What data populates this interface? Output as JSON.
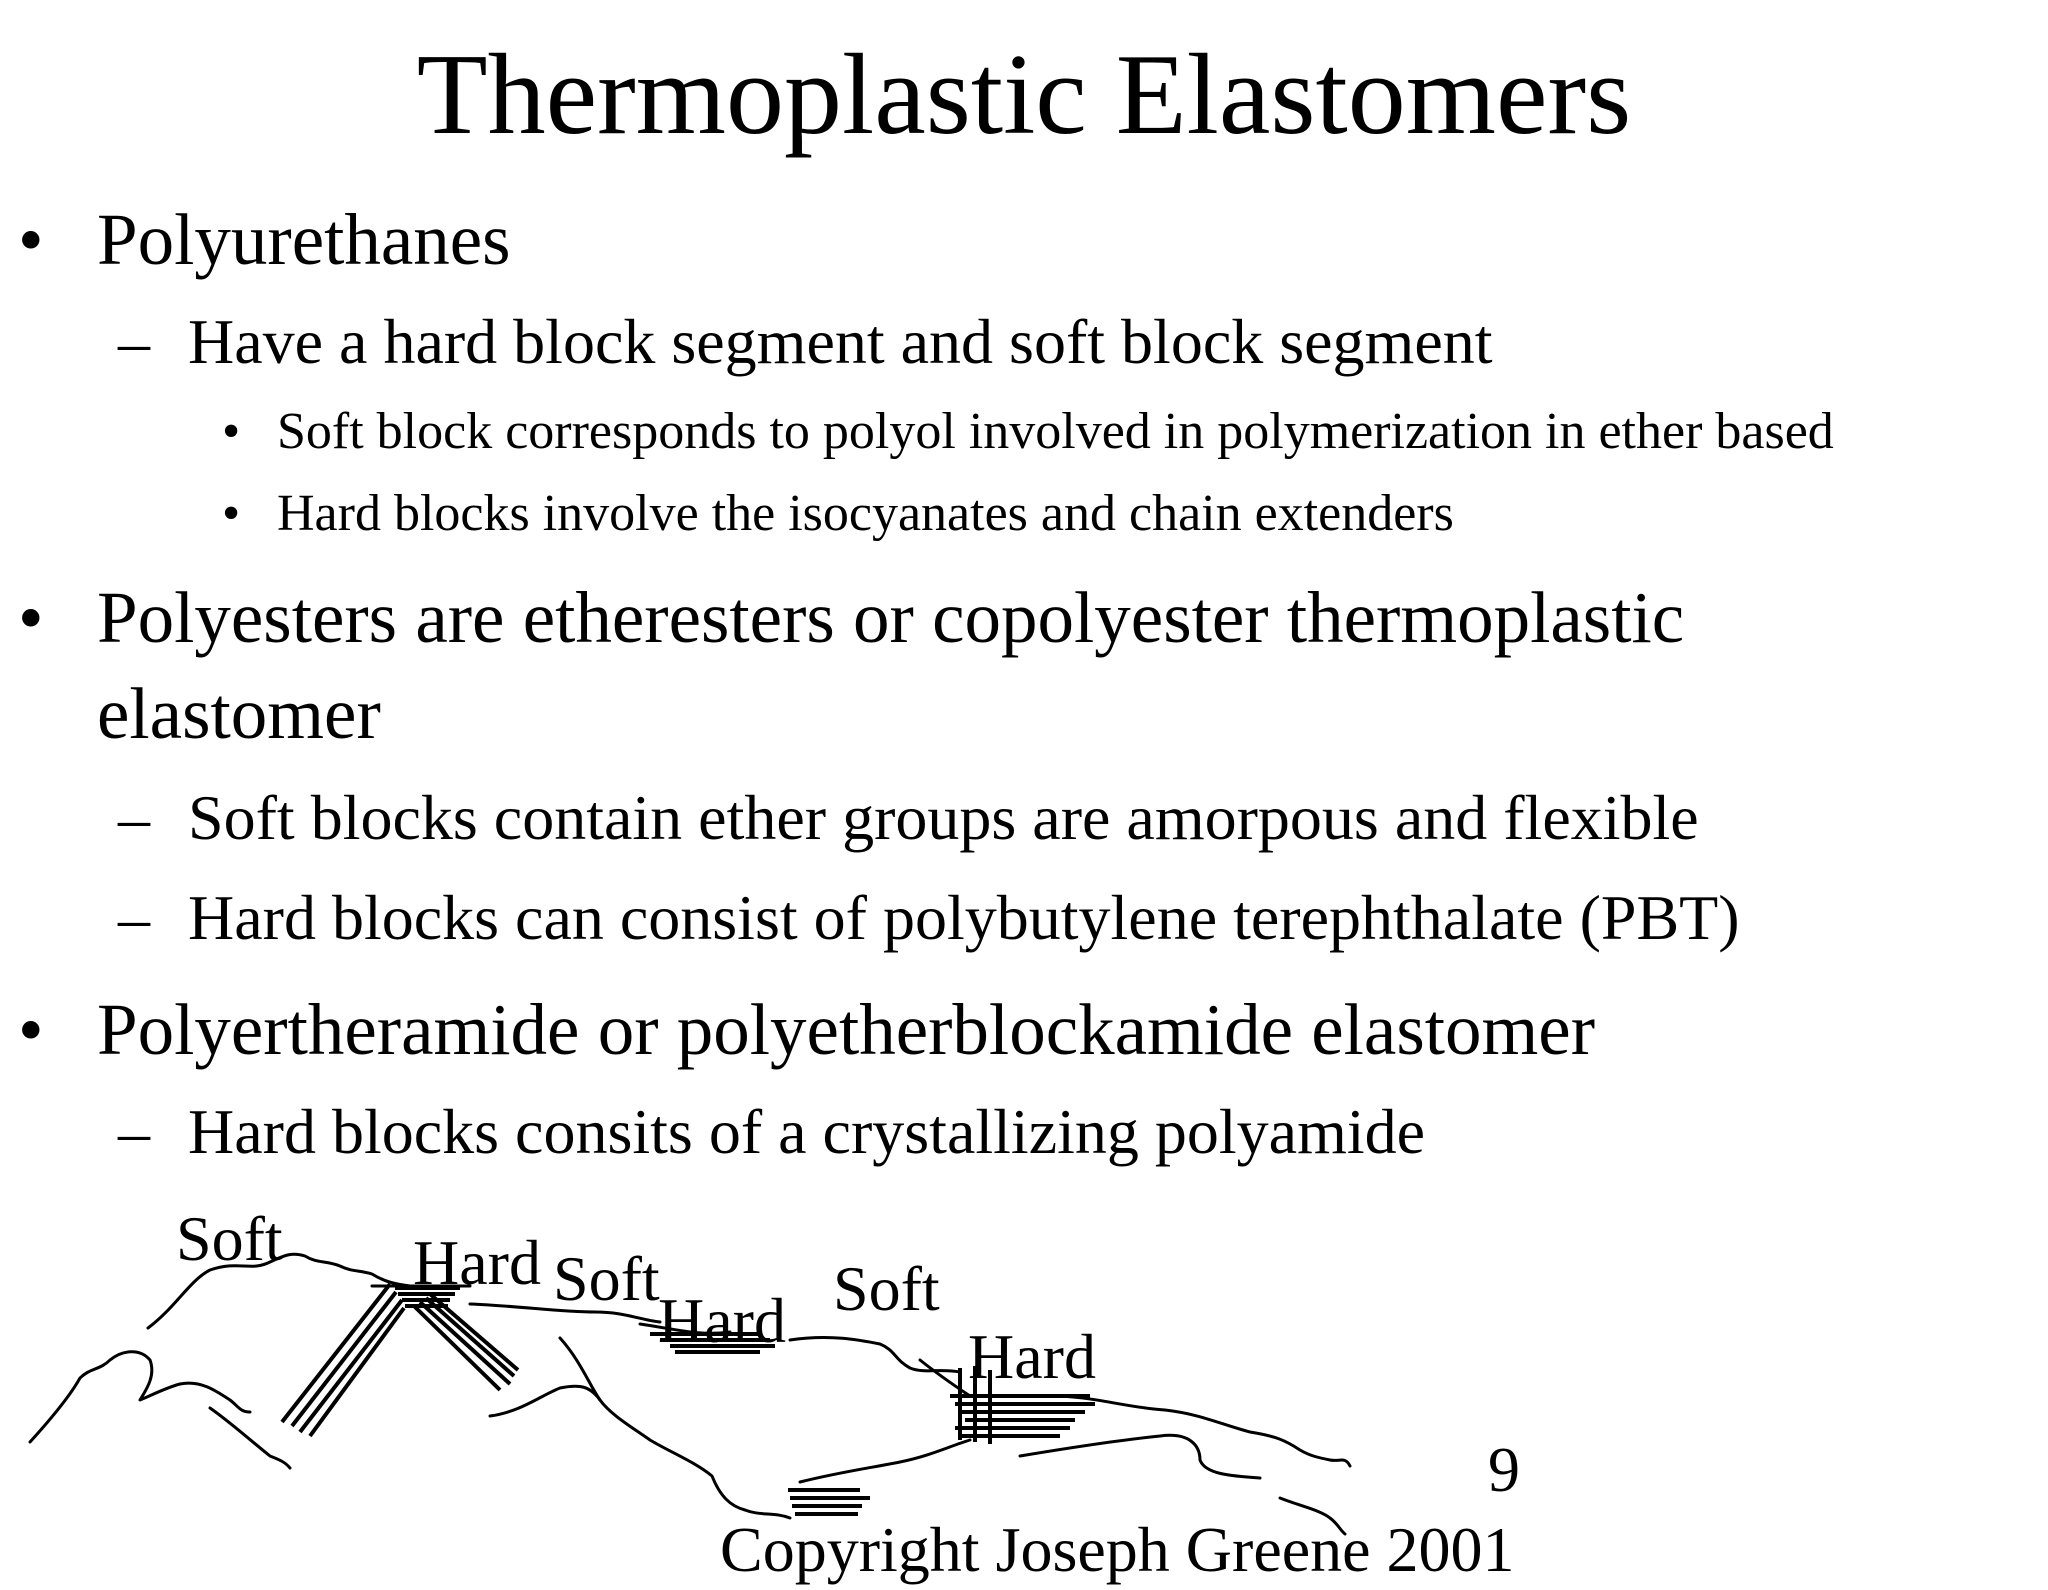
{
  "slide": {
    "title": "Thermoplastic Elastomers",
    "bullets": [
      {
        "text": "Polyurethanes",
        "subs": [
          {
            "text": "Have a hard block segment and soft block segment",
            "subs": [
              "Soft block corresponds to polyol involved in polymerization in ether based",
              "Hard blocks involve the isocyanates and chain extenders"
            ]
          }
        ]
      },
      {
        "text_line1": "Polyesters are etheresters or copolyester thermoplastic",
        "text_line2": "elastomer",
        "subs": [
          "Soft blocks contain ether groups are amorpous and flexible",
          "Hard blocks can consist of polybutylene terephthalate (PBT)"
        ]
      },
      {
        "text": "Polyertheramide or polyetherblockamide elastomer",
        "subs": [
          "Hard blocks consits of a crystallizing polyamide"
        ]
      }
    ],
    "page_number": "9",
    "copyright": "Copyright Joseph Greene 2001"
  },
  "diagram": {
    "labels": {
      "soft_1": "Soft",
      "hard_1": "Hard",
      "soft_2": "Soft",
      "hard_2": "Hard",
      "soft_3": "Soft",
      "hard_3": "Hard"
    }
  },
  "markers": {
    "bullet": "•",
    "dash": "–"
  }
}
